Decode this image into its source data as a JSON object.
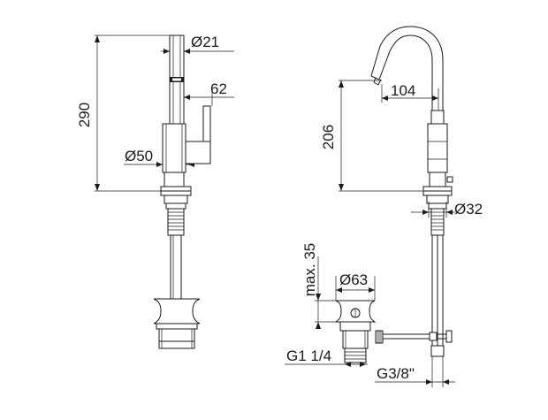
{
  "colors": {
    "line": "#1a1a1a",
    "background": "#ffffff"
  },
  "front_view": {
    "height_dim": "290",
    "spout_dia": "Ø21",
    "handle_dim": "62",
    "body_dia": "Ø50"
  },
  "side_view": {
    "reach_dim": "104",
    "height_dim": "206",
    "base_dia": "Ø32",
    "waste_max_height": "max. 35",
    "waste_dia": "Ø63",
    "waste_thread": "G1 1/4",
    "supply_thread": "G3/8\""
  }
}
